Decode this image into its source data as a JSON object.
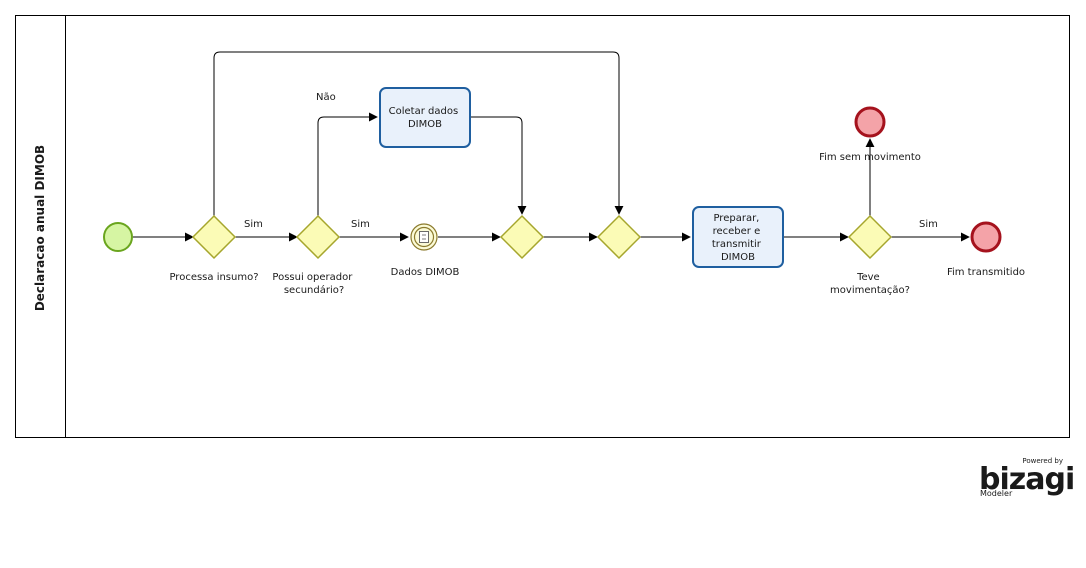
{
  "pool": {
    "title": "Declaracao anual DIMOB"
  },
  "tasks": {
    "coletar": [
      "Coletar dados",
      "DIMOB"
    ],
    "preparar": [
      "Preparar,",
      "receber e",
      "transmitir",
      "DIMOB"
    ]
  },
  "gateways": {
    "g1": [
      "Processa insumo?"
    ],
    "g2": [
      "Possui operador",
      "secundário?"
    ],
    "g5": [
      "Teve",
      "movimentação?"
    ]
  },
  "events": {
    "intermediate": "Dados DIMOB",
    "end_no_movement": "Fim sem movimento",
    "end_transmitted": "Fim transmitido"
  },
  "flow_labels": {
    "g1_sim": "Sim",
    "g2_sim": "Sim",
    "g2_nao": "Não",
    "g5_sim": "Sim"
  },
  "watermark": {
    "powered": "Powered by",
    "brand": "bizagi",
    "product": "Modeler"
  },
  "colors": {
    "start_fill": "#d6f5a3",
    "start_stroke": "#6aa51e",
    "end_fill": "#f4a3a8",
    "end_stroke": "#a5121d",
    "gateway_fill": "#fbfbb6",
    "gateway_stroke": "#a6a62d",
    "task_fill": "#e9f1fb",
    "task_stroke": "#1f5fa0",
    "watermark": "#f3b489"
  }
}
